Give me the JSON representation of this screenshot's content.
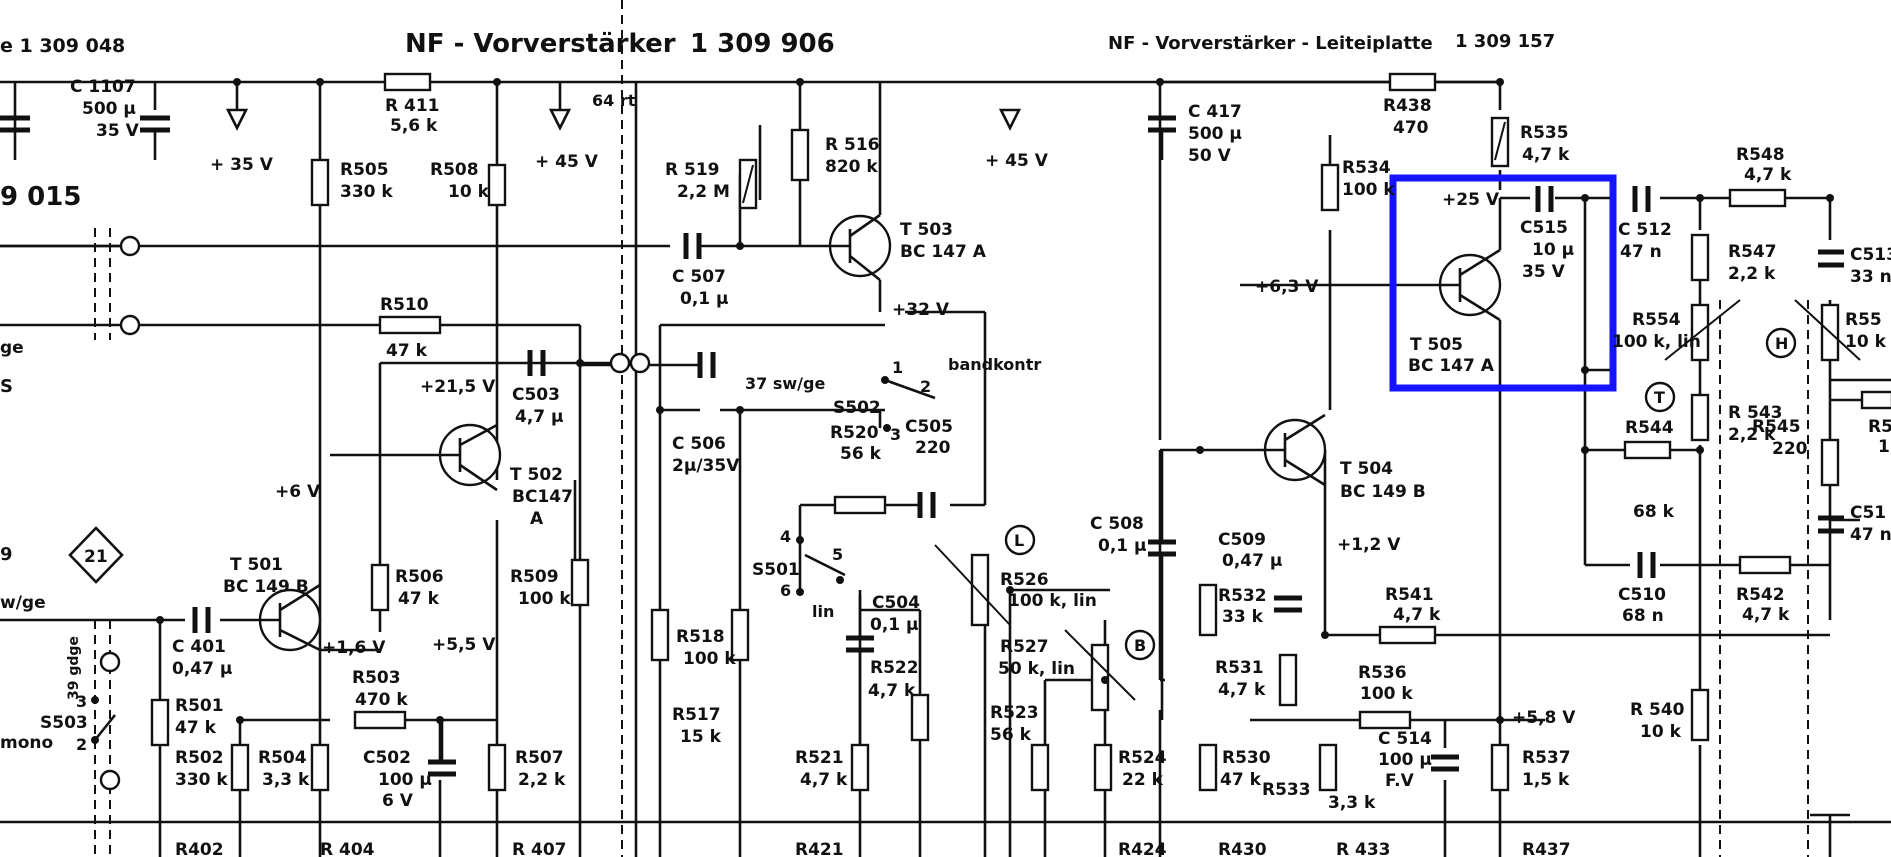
{
  "diagram": {
    "header": {
      "left_fragment": "e  1  309  048",
      "center_title": "NF - Vorverstärker",
      "center_number": "1  309  906",
      "right_title": "NF - Vorverstärker - Leiteiplatte",
      "right_number": "1  309  157"
    },
    "fragments": {
      "frag_015": "9  015",
      "frag_ge": "ge",
      "frag_s": "S",
      "frag_9": "9",
      "frag_swge": "w/ge",
      "frag_39": "39 gdge",
      "frag_3": "3",
      "frag_2": "2",
      "frag_mono": "mono",
      "frag_s503": "S503",
      "frag_21": "21"
    },
    "components": {
      "c1107": [
        "C 1107",
        "500 μ",
        "35 V"
      ],
      "r411": [
        "R 411",
        "5,6 k"
      ],
      "r505": [
        "R505",
        "330 k"
      ],
      "r508": [
        "R508",
        "10 k"
      ],
      "r510": [
        "R510",
        "47 k"
      ],
      "c503": [
        "C503",
        "4,7 μ"
      ],
      "t502": [
        "T 502",
        "BC147",
        "A"
      ],
      "t501": [
        "T 501",
        "BC 149 B"
      ],
      "r506": [
        "R506",
        "47 k"
      ],
      "c401": [
        "C 401",
        "0,47 μ"
      ],
      "r501": [
        "R501",
        "47 k"
      ],
      "r502": [
        "R502",
        "330 k"
      ],
      "r504": [
        "R504",
        "3,3 k"
      ],
      "r503": [
        "R503",
        "470 k"
      ],
      "c502": [
        "C502",
        "100 μ",
        "6 V"
      ],
      "r507": [
        "R507",
        "2,2 k"
      ],
      "r509": [
        "R509",
        "100 k"
      ],
      "r516": [
        "R 516",
        "820 k"
      ],
      "r519": [
        "R 519",
        "2,2 M"
      ],
      "t503": [
        "T 503",
        "BC 147 A"
      ],
      "c507": [
        "C 507",
        "0,1 μ"
      ],
      "c506": [
        "C 506",
        "2μ/35V"
      ],
      "r520": [
        "R520",
        "56 k"
      ],
      "c505": [
        "C505",
        "220"
      ],
      "s501": [
        "S501"
      ],
      "s502": [
        "S502"
      ],
      "c504": [
        "C504",
        "0,1 μ"
      ],
      "r522": [
        "R522",
        "4,7 k"
      ],
      "r526": [
        "R526",
        "100 k, lin"
      ],
      "r527": [
        "R527",
        "50 k, lin"
      ],
      "r518": [
        "R518",
        "100 k"
      ],
      "r517": [
        "R517",
        "15 k"
      ],
      "r521": [
        "R521",
        "4,7 k"
      ],
      "r523": [
        "R523",
        "56 k"
      ],
      "r524": [
        "R524",
        "22 k"
      ],
      "c417": [
        "C 417",
        "500 μ",
        "50 V"
      ],
      "r438": [
        "R438",
        "470"
      ],
      "r535": [
        "R535",
        "4,7 k"
      ],
      "r534": [
        "R534",
        "100 k"
      ],
      "c515": [
        "C515",
        "10 μ",
        "35 V"
      ],
      "t505": [
        "T 505",
        "BC 147 A"
      ],
      "c512": [
        "C 512",
        "47 n"
      ],
      "r548": [
        "R548",
        "4,7 k"
      ],
      "r547": [
        "R547",
        "2,2 k"
      ],
      "c513": [
        "C513",
        "33 n"
      ],
      "r554": [
        "R554",
        "100 k, lin"
      ],
      "r55x": [
        "R55",
        "10 k"
      ],
      "r543": [
        "R 543",
        "2,2 k"
      ],
      "r545": [
        "R545",
        "220"
      ],
      "r544": [
        "R544",
        "68 k"
      ],
      "c510": [
        "C510",
        "68 n"
      ],
      "r542": [
        "R542",
        "4,7 k"
      ],
      "c51x": [
        "C51",
        "47 n"
      ],
      "r541": [
        "R541",
        "4,7 k"
      ],
      "r540": [
        "R 540",
        "10 k"
      ],
      "t504": [
        "T 504",
        "BC 149 B"
      ],
      "c508": [
        "C 508",
        "0,1 μ"
      ],
      "c509": [
        "C509",
        "0,47 μ"
      ],
      "r532": [
        "R532",
        "33 k"
      ],
      "r531": [
        "R531",
        "4,7 k"
      ],
      "r530": [
        "R530",
        "47 k"
      ],
      "r533": [
        "R533",
        "3,3 k"
      ],
      "r536": [
        "R536",
        "100 k"
      ],
      "c514": [
        "C 514",
        "100 μ",
        "F.V"
      ],
      "r537": [
        "R537",
        "1,5 k"
      ],
      "r5x": [
        "R5",
        "1"
      ]
    },
    "voltages": {
      "v35": "+ 35 V",
      "v45a": "+ 45 V",
      "v45b": "+ 45 V",
      "v32": "+32 V",
      "v215": "+21,5 V",
      "v6": "+6 V",
      "v16": "+1,6 V",
      "v55": "+5,5 V",
      "v25": "+25 V",
      "v63": "+6,3 V",
      "v12": "+1,2 V",
      "v58": "+5,8 V"
    },
    "misc": {
      "wire64": "64 rt",
      "wire37": "37 sw/ge",
      "bandkontr": "bandkontr",
      "sw1": "1",
      "sw2": "2",
      "sw3": "3",
      "sw4": "4",
      "sw5": "5",
      "sw6": "6",
      "lin": "lin",
      "mark_L": "L",
      "mark_B": "B",
      "mark_T": "T",
      "mark_H": "H"
    },
    "bottom_labels": {
      "r402": "R402",
      "r404": "R 404",
      "r407": "R 407",
      "r421": "R421",
      "r424": "R424",
      "r430": "R430",
      "r433": "R 433",
      "r437": "R437"
    },
    "highlight_color": "#1414ff"
  }
}
